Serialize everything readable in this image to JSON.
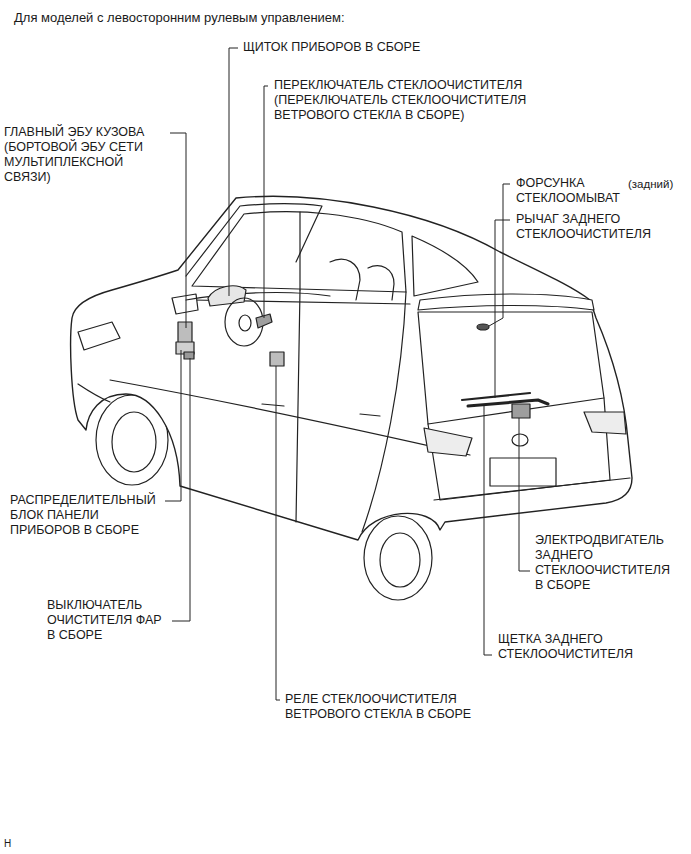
{
  "diagram": {
    "title": "Для моделей с левосторонним рулевым управлением:",
    "labels": [
      "ЩИТОК ПРИБОРОВ В СБОРЕ",
      "ПЕРЕКЛЮЧАТЕЛЬ СТЕКЛООЧИСТИТЕЛЯ (ПЕРЕКЛЮЧАТЕЛЬ СТЕКЛООЧИСТИТЕЛЯ ВЕТРОВОГО СТЕКЛА В СБОРЕ)",
      "ГЛАВНЫЙ ЭБУ КУЗОВА (БОРТОВОЙ ЭБУ СЕТИ МУЛЬТИПЛЕКСНОЙ СВЯЗИ)",
      "ФОРСУНКА СТЕКЛООМЫВАТ",
      "(задний)",
      "РЫЧАГ ЗАДНЕГО СТЕКЛООЧИСТИТЕЛЯ",
      "РАСПРЕДЕЛИТЕЛЬНЫЙ БЛОК ПАНЕЛИ ПРИБОРОВ В СБОРЕ",
      "ЭЛЕКТРОДВИГАТЕЛЬ ЗАДНЕГО СТЕКЛООЧИСТИТЕЛЯ В СБОРЕ",
      "ВЫКЛЮЧАТЕЛЬ ОЧИСТИТЕЛЯ ФАР В СБОРЕ",
      "ЩЕТКА ЗАДНЕГО СТЕКЛООЧИСТИТЕЛЯ",
      "РЕЛЕ СТЕКЛООЧИСТИТЕЛЯ ВЕТРОВОГО СТЕКЛА В СБОРЕ",
      "H"
    ]
  }
}
